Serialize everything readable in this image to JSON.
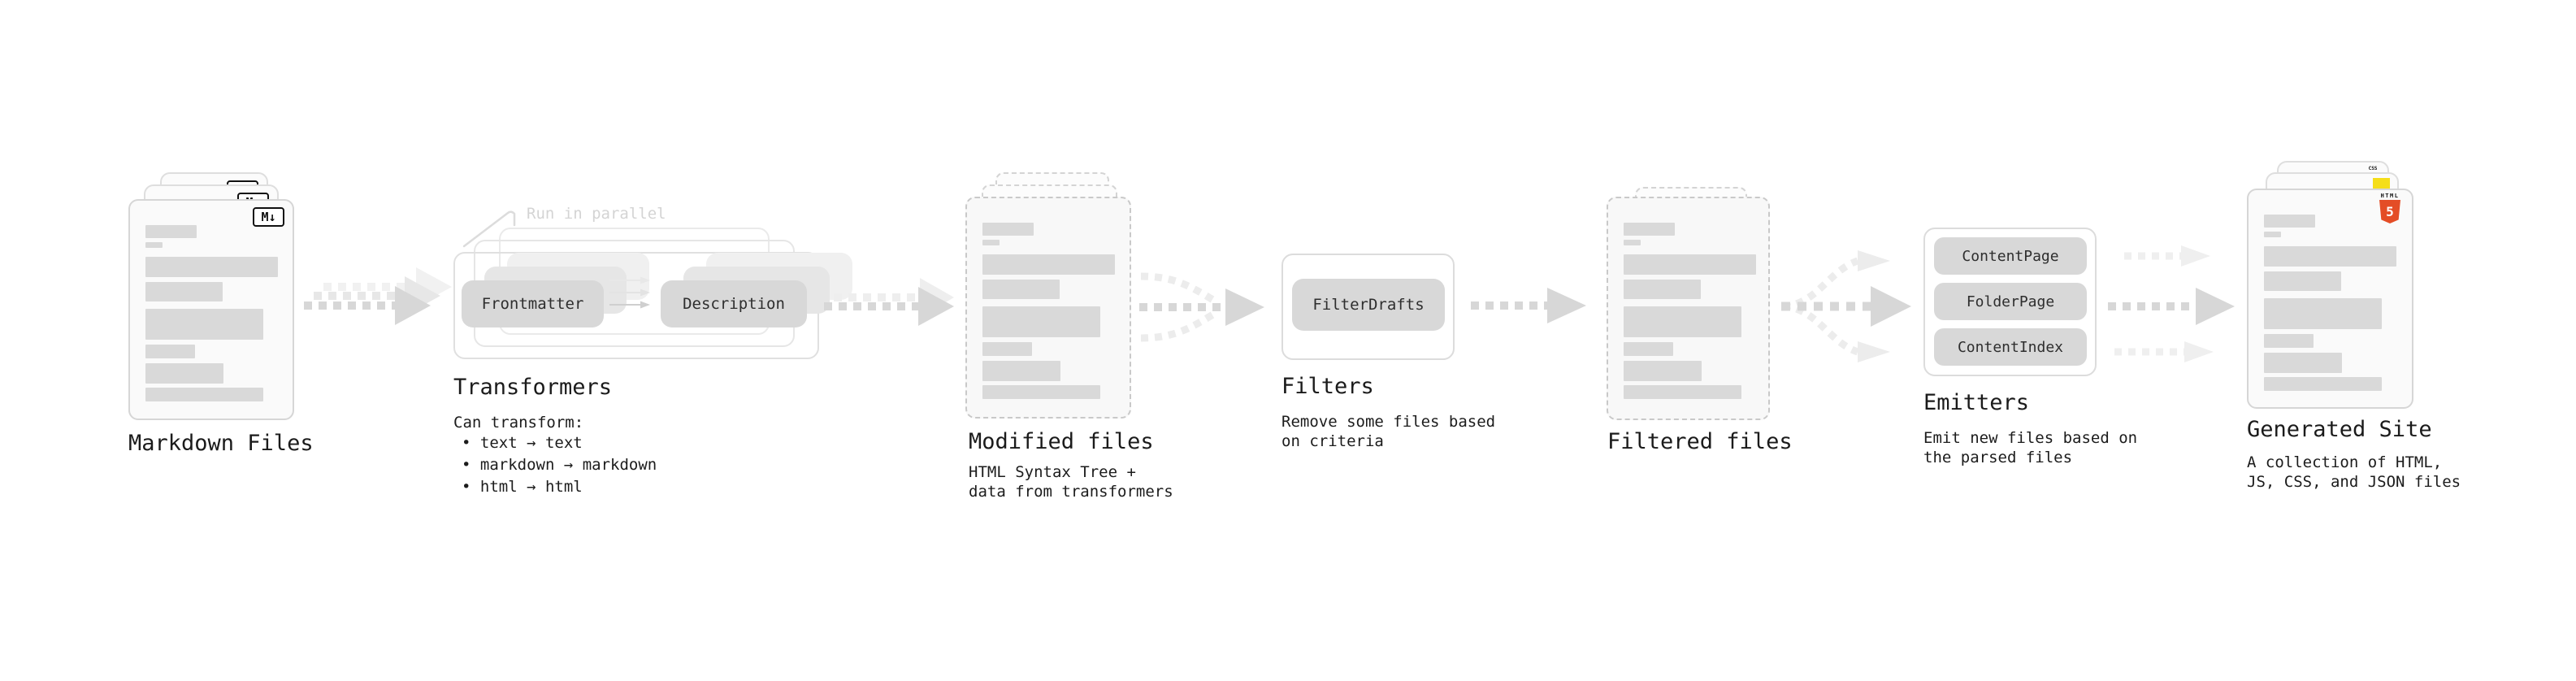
{
  "stages": {
    "markdown": {
      "label": "Markdown Files"
    },
    "transformers": {
      "label": "Transformers",
      "annotation": "Run in parallel",
      "heading": "Can transform:",
      "bullet1": "• text → text",
      "bullet2": "• markdown → markdown",
      "bullet3": "• html → html",
      "node1": "Frontmatter",
      "node2": "Description"
    },
    "modified": {
      "label": "Modified files",
      "desc1": "HTML Syntax Tree +",
      "desc2": "data from transformers"
    },
    "filters": {
      "label": "Filters",
      "desc1": "Remove some files based",
      "desc2": "on criteria",
      "node1": "FilterDrafts"
    },
    "filtered": {
      "label": "Filtered files"
    },
    "emitters": {
      "label": "Emitters",
      "desc1": "Emit new files based on",
      "desc2": "the parsed files",
      "node1": "ContentPage",
      "node2": "FolderPage",
      "node3": "ContentIndex"
    },
    "generated": {
      "label": "Generated Site",
      "desc1": "A collection of HTML,",
      "desc2": "JS, CSS, and JSON files"
    }
  },
  "icons": {
    "markdown_badge": "M↓",
    "html5_text": "HTML",
    "html5_number": "5",
    "css_text": "CSS"
  },
  "colors": {
    "html5_orange": "#e44d26",
    "js_yellow": "#f5de19",
    "css_blue": "#2965f1",
    "skeleton_gray": "#d9d9d9",
    "arrow_gray": "#d7d7d7"
  }
}
